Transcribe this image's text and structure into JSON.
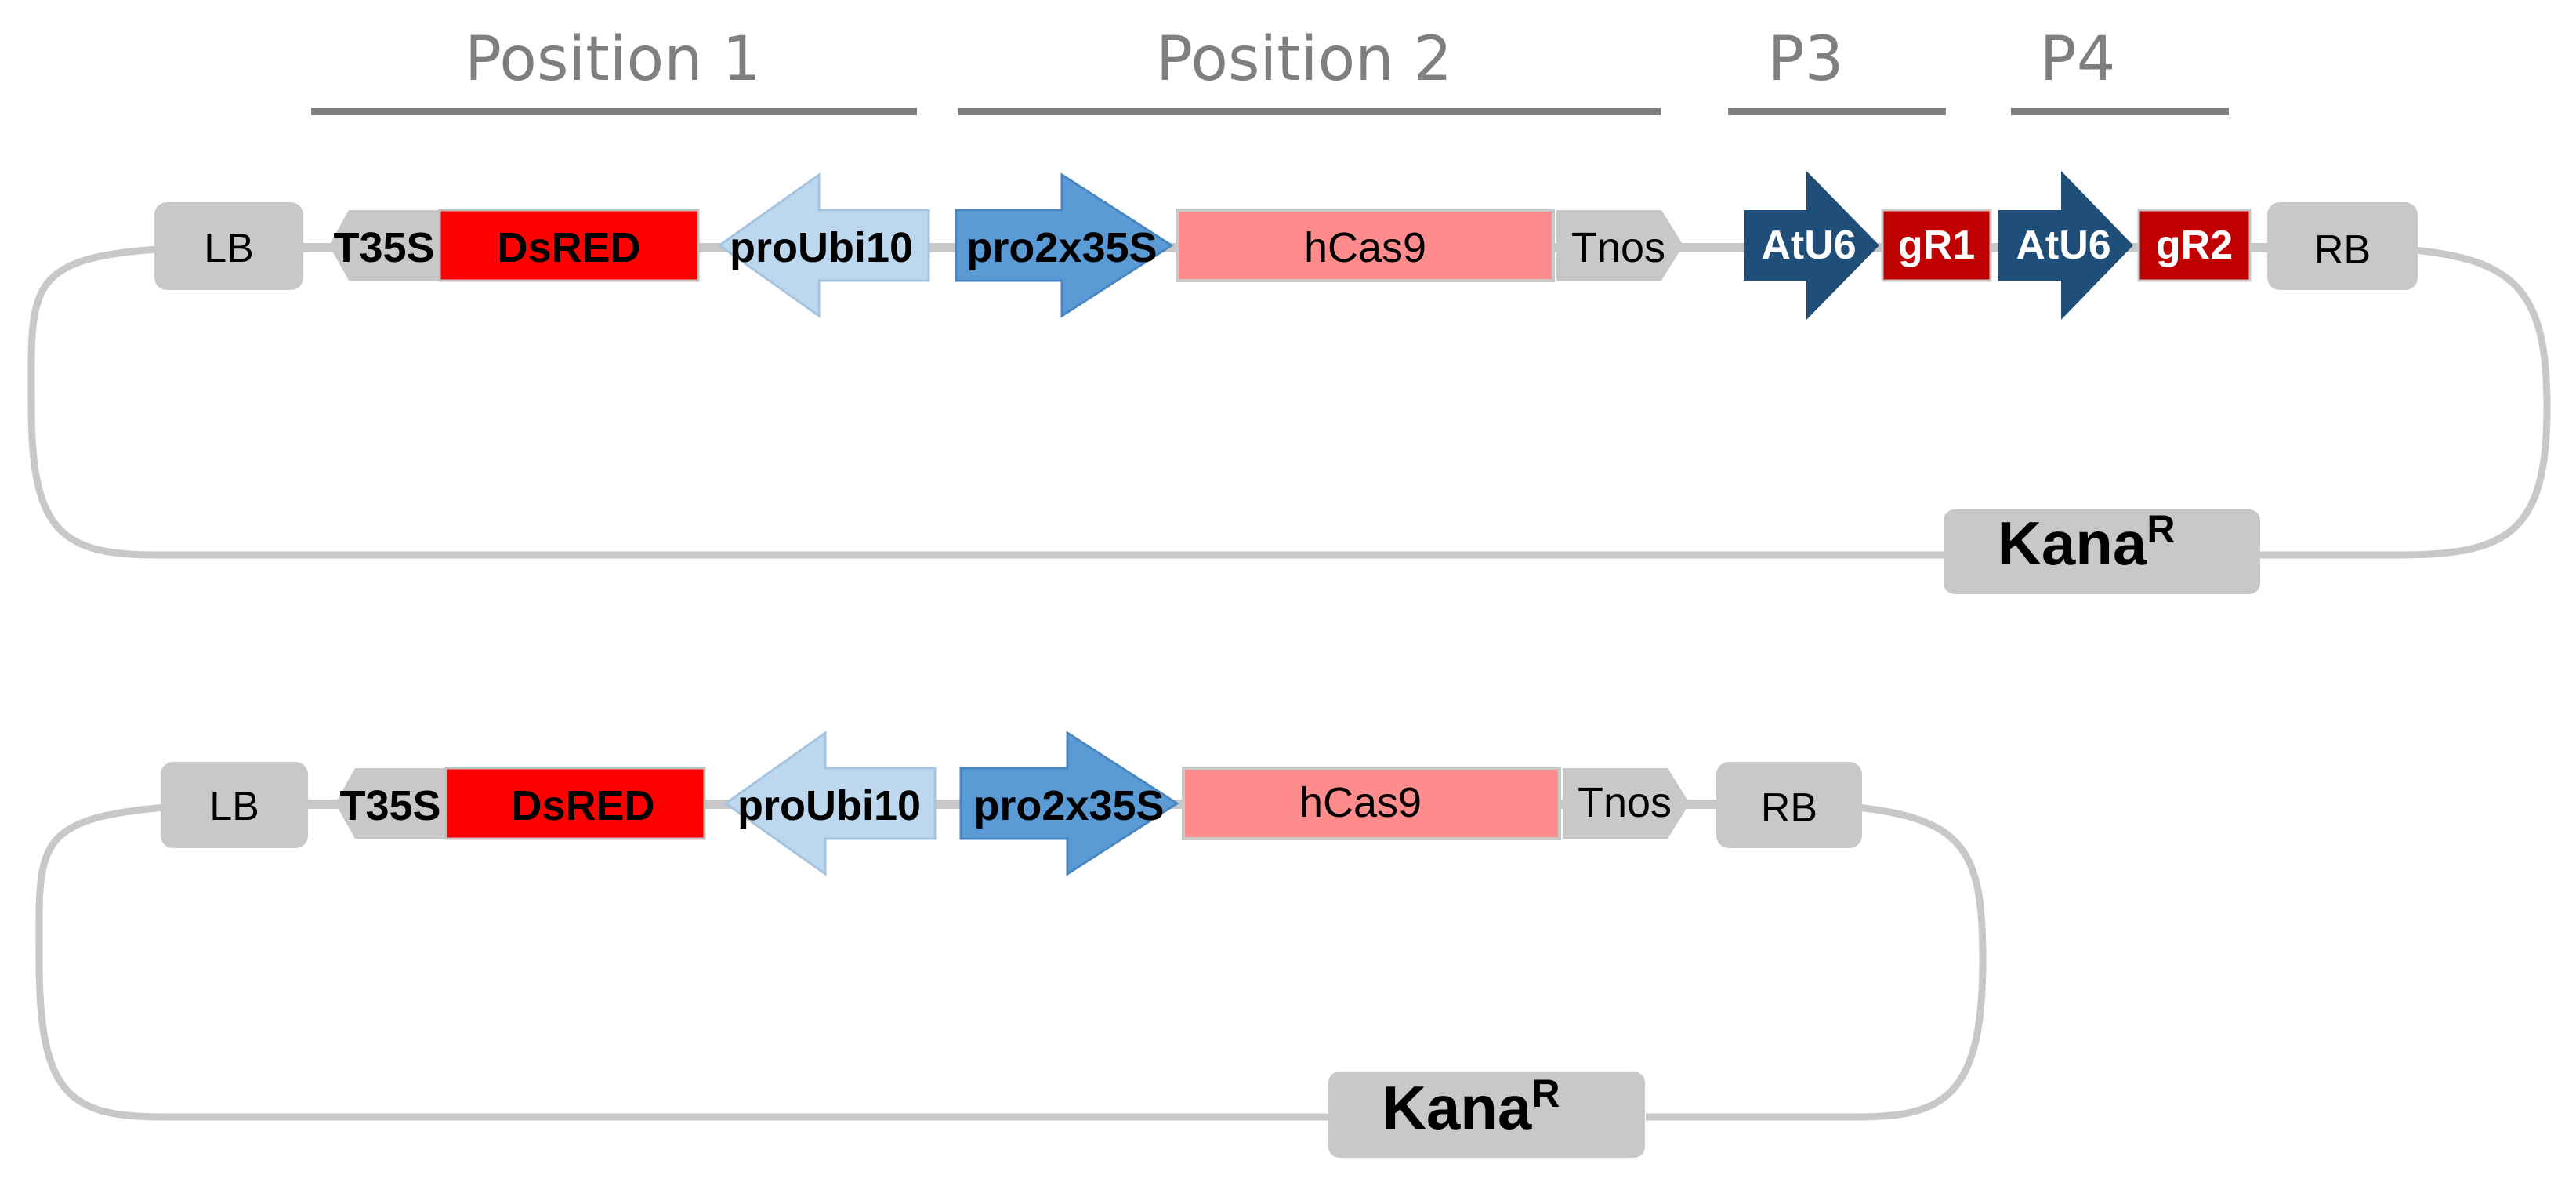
{
  "positions": {
    "p1": "Position 1",
    "p2": "Position 2",
    "p3": "P3",
    "p4": "P4"
  },
  "top_construct": {
    "lb": "LB",
    "t35s": "T35S",
    "dsred": "DsRED",
    "proubi10": "proUbi10",
    "pro2x35s": "pro2x35S",
    "hcas9": "hCas9",
    "tnos": "Tnos",
    "atu6_1": "AtU6",
    "gr1": "gR1",
    "atu6_2": "AtU6",
    "gr2": "gR2",
    "rb": "RB",
    "kana": "Kana",
    "kana_sup": "R"
  },
  "bottom_construct": {
    "lb": "LB",
    "t35s": "T35S",
    "dsred": "DsRED",
    "proubi10": "proUbi10",
    "pro2x35s": "pro2x35S",
    "hcas9": "hCas9",
    "tnos": "Tnos",
    "rb": "RB",
    "kana": "Kana",
    "kana_sup": "R"
  },
  "colors": {
    "backbone": "#c8c8c8",
    "border_box": "#bfbfbf",
    "position_bar": "#7f7f7f",
    "dsred": "#ff0000",
    "proubi10": "#bdd7ee",
    "pro2x35s": "#5b9bd5",
    "hcas9": "#ff8c8c",
    "atu6": "#1f4e79",
    "grna": "#c00000"
  }
}
